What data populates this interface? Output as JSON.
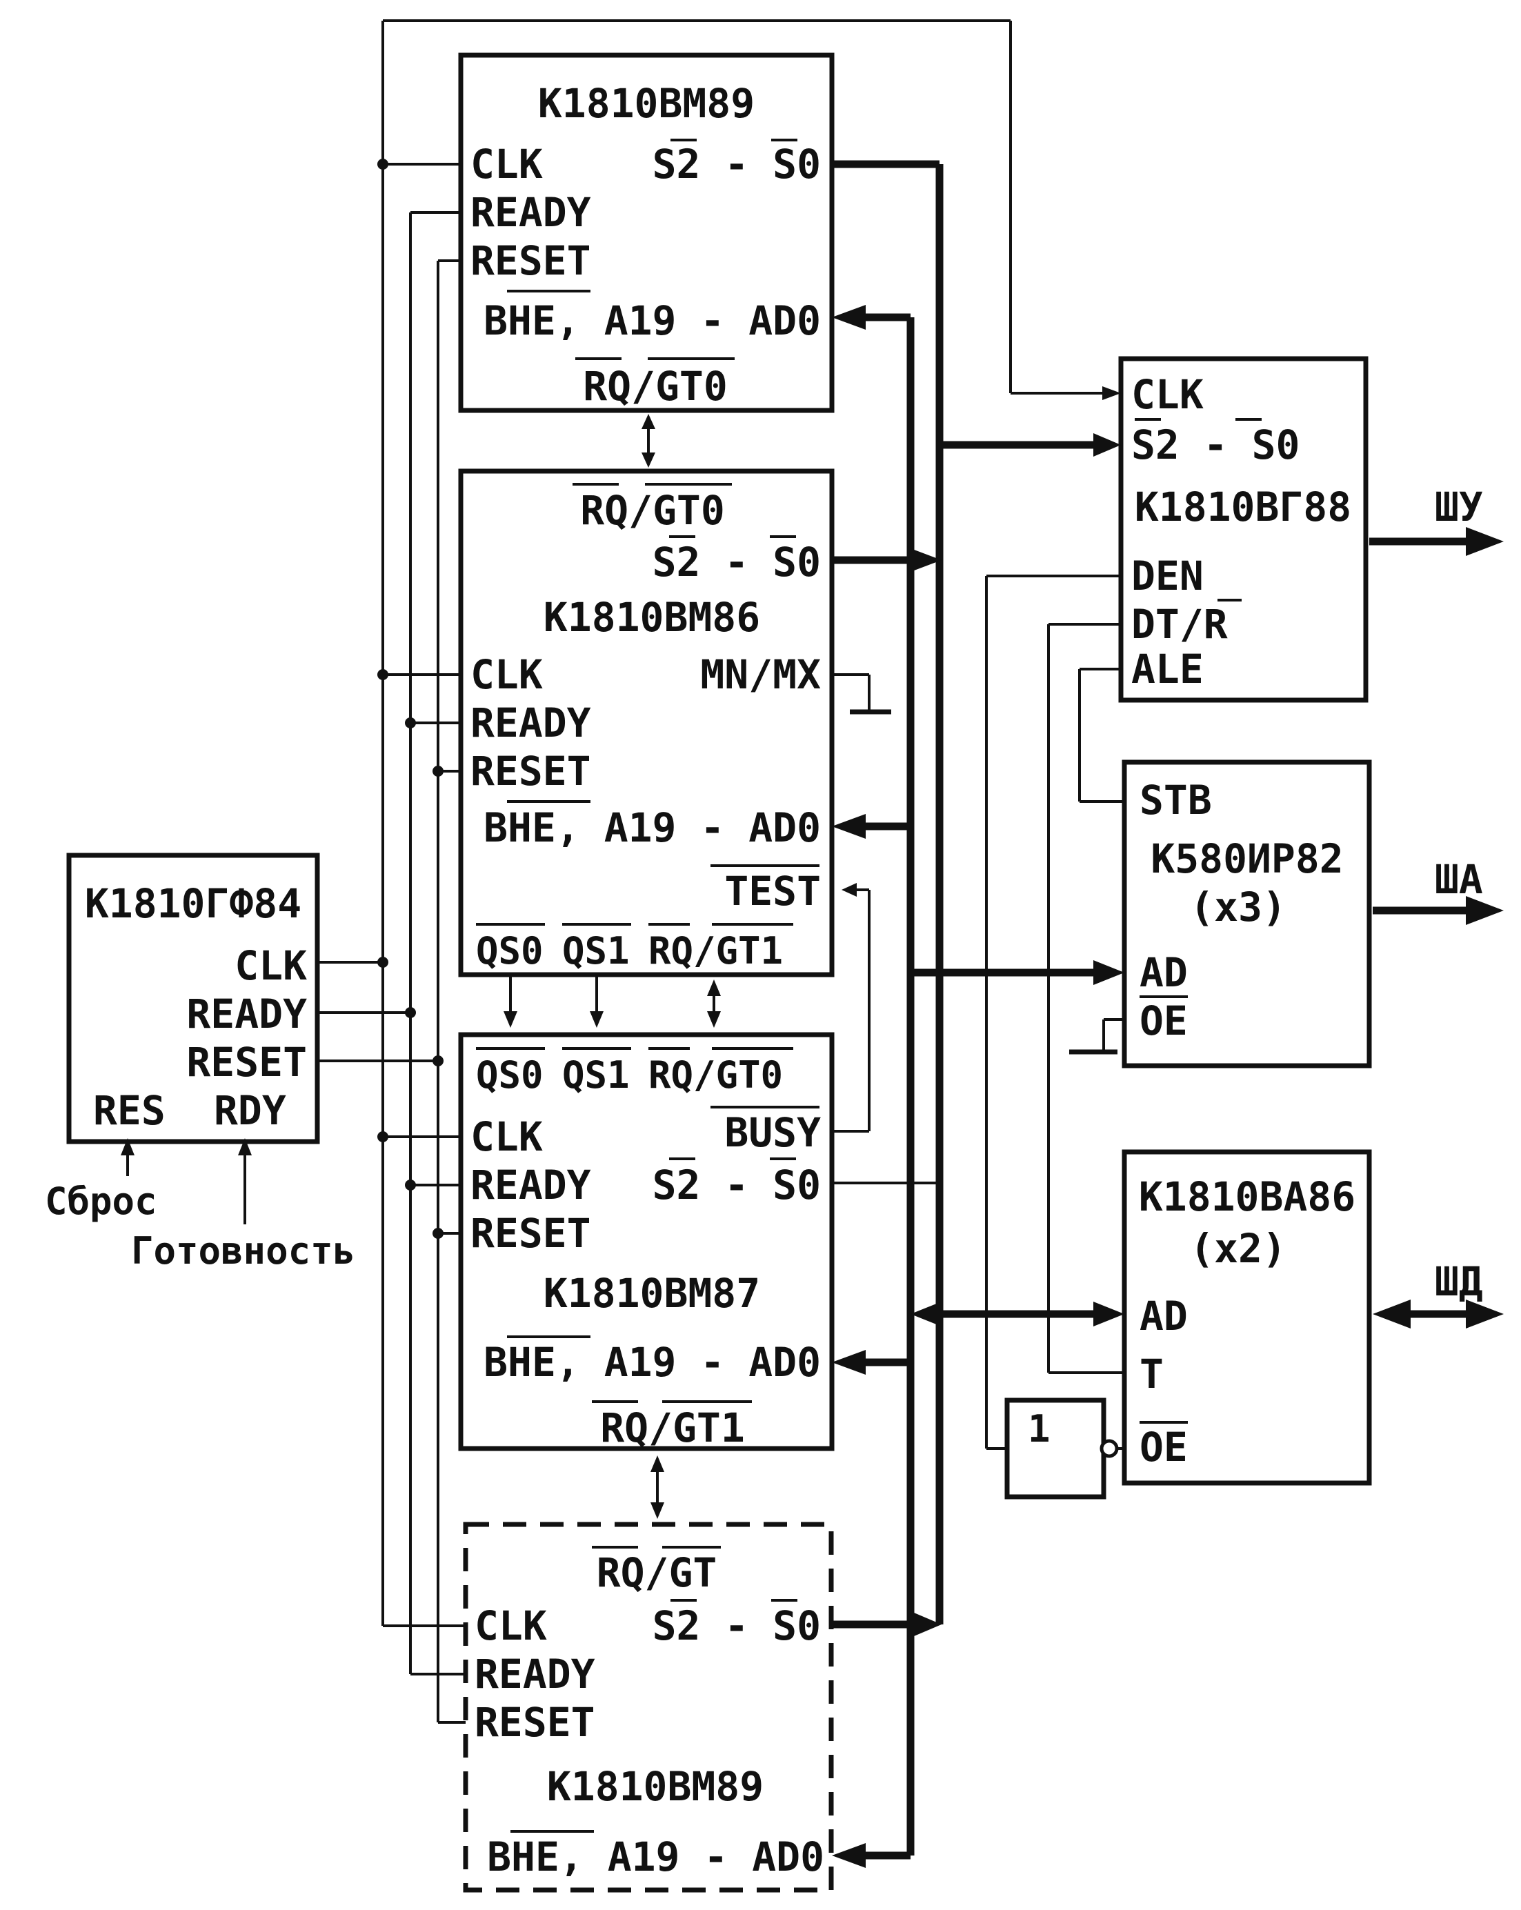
{
  "gf84": {
    "name": "К1810ГФ84",
    "pins": {
      "clk": "CLK",
      "ready": "READY",
      "reset": "RESET",
      "res": "RES",
      "rdy": "RDY"
    },
    "input_reset": "Сброс",
    "input_ready": "Готовность"
  },
  "vm89_top": {
    "name": "К1810ВМ89",
    "pins": {
      "clk": "CLK",
      "ready": "READY",
      "reset": "RESET",
      "s": "S2 - S0",
      "bus": "BHE, A19 - AD0",
      "rqgt": "RQ/GT0"
    }
  },
  "vm86": {
    "name": "К1810ВМ86",
    "pins": {
      "rqgt0": "RQ/GT0",
      "s": "S2 - S0",
      "clk": "CLK",
      "mnmx": "MN/MX",
      "ready": "READY",
      "reset": "RESET",
      "bus": "BHE, A19 - AD0",
      "test": "TEST",
      "qs0": "QS0",
      "qs1": "QS1",
      "rqgt1": "RQ/GT1"
    }
  },
  "vm87": {
    "name": "К1810ВМ87",
    "pins": {
      "qs0": "QS0",
      "qs1": "QS1",
      "rqgt0": "RQ/GT0",
      "clk": "CLK",
      "busy": "BUSY",
      "ready": "READY",
      "s": "S2 - S0",
      "reset": "RESET",
      "bus": "BHE, A19 - AD0",
      "rqgt1": "RQ/GT1"
    }
  },
  "vm89_bottom": {
    "name": "К1810ВМ89",
    "pins": {
      "rqgt": "RQ/GT",
      "clk": "CLK",
      "s": "S2 - S0",
      "ready": "READY",
      "reset": "RESET",
      "bus": "BHE, A19 - AD0"
    }
  },
  "vg88": {
    "name": "К1810ВГ88",
    "pins": {
      "clk": "CLK",
      "s": "S2 - S0",
      "den": "DEN",
      "dtr": "DT/R",
      "ale": "ALE"
    },
    "output": "ШУ"
  },
  "ir82": {
    "name": "К580ИР82",
    "count": "(x3)",
    "pins": {
      "stb": "STB",
      "ad": "AD",
      "oe": "OE"
    },
    "output": "ША"
  },
  "va86": {
    "name": "К1810ВА86",
    "count": "(x2)",
    "pins": {
      "ad": "AD",
      "t": "T",
      "oe": "OE"
    },
    "output": "ШД"
  },
  "inverter": {
    "label": "1"
  }
}
